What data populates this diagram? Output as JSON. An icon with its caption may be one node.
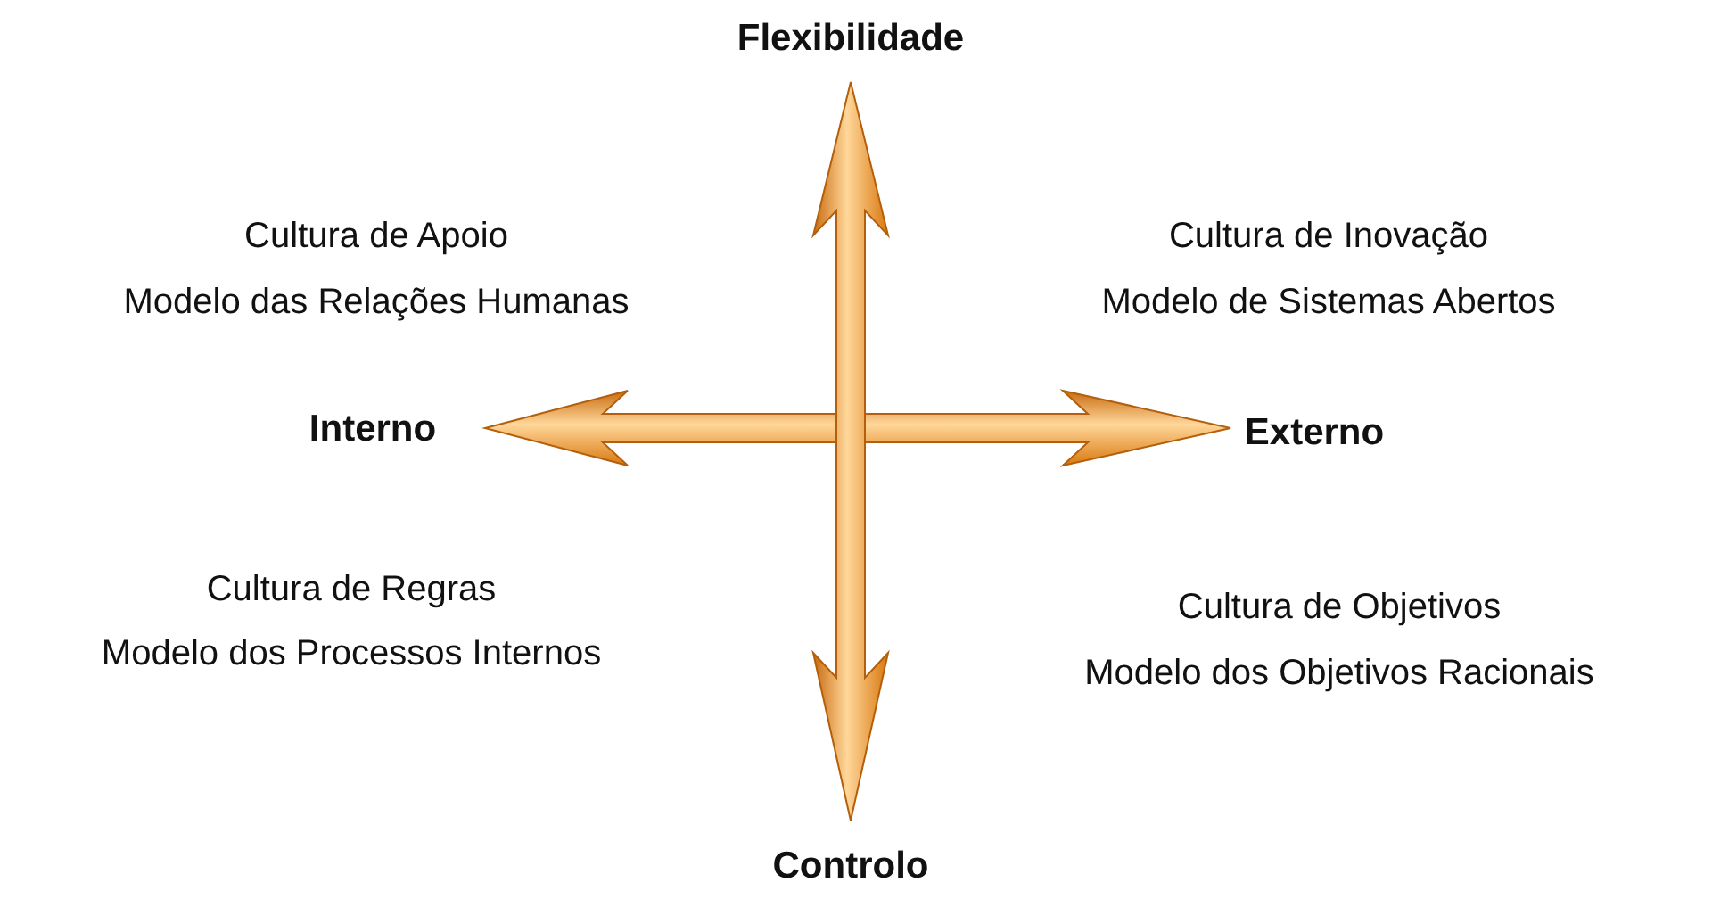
{
  "diagram": {
    "labels": [
      "Flexibilidade",
      "Cultura de Apoio",
      "Modelo das Relações Humanas",
      "Cultura de Inovação",
      "Modelo de Sistemas Abertos",
      "Interno",
      "Externo",
      "Cultura de Regras",
      "Modelo dos Processos Internos",
      "Cultura de Objetivos",
      "Modelo dos Objetivos Racionais",
      "Controlo"
    ]
  }
}
